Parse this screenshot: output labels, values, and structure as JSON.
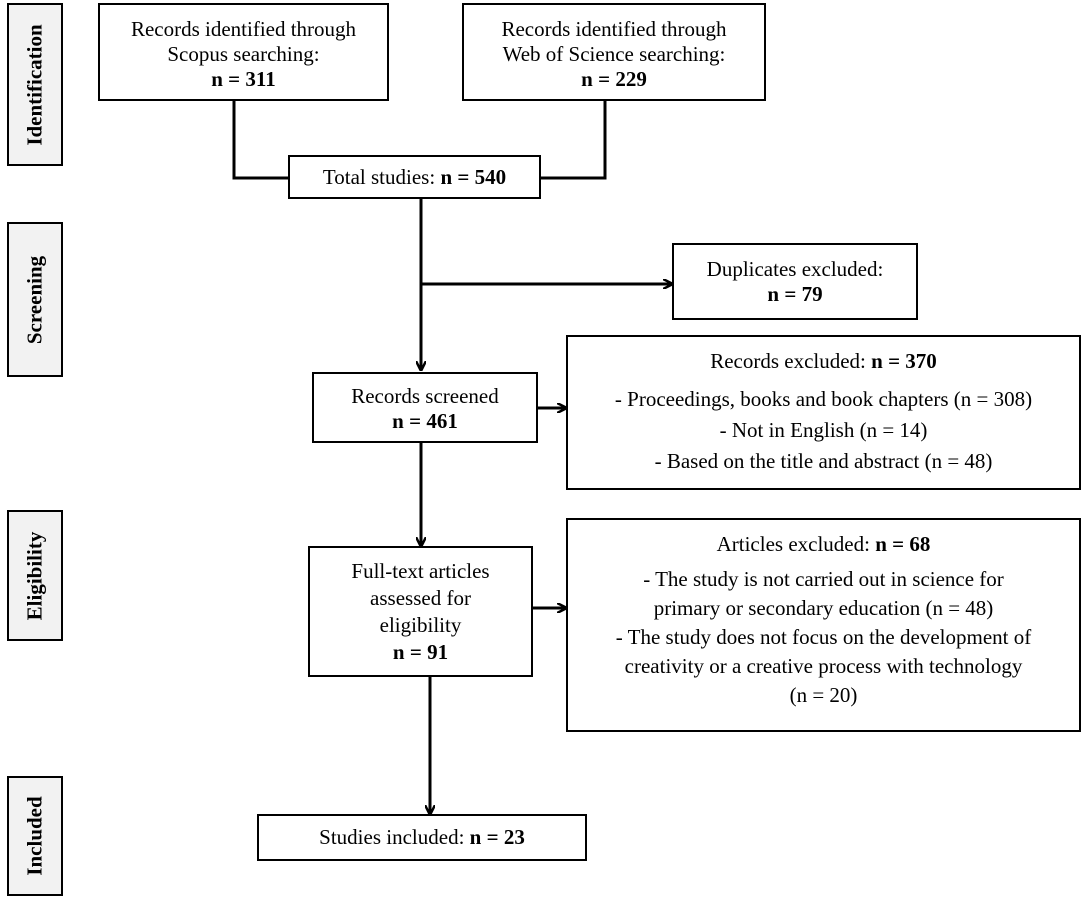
{
  "stages": {
    "identification": "Identification",
    "screening": "Screening",
    "eligibility": "Eligibility",
    "included": "Included"
  },
  "scopus": {
    "line1": "Records identified through",
    "line2": "Scopus searching:",
    "count": "n = 311"
  },
  "wos": {
    "line1": "Records identified through",
    "line2": "Web of Science searching:",
    "count": "n = 229"
  },
  "total": {
    "label": "Total studies: ",
    "count": "n = 540"
  },
  "duplicates": {
    "label": "Duplicates excluded:",
    "count": "n = 79"
  },
  "screened": {
    "label": "Records screened",
    "count": "n = 461"
  },
  "records_excluded": {
    "label": "Records excluded: ",
    "count": "n = 370",
    "items": [
      "- Proceedings, books and book chapters (n = 308)",
      "- Not in English (n = 14)",
      "- Based on the title and abstract (n = 48)"
    ]
  },
  "fulltext": {
    "line1": "Full-text articles",
    "line2": "assessed for",
    "line3": "eligibility",
    "count": "n = 91"
  },
  "articles_excluded": {
    "label": "Articles excluded: ",
    "count": "n = 68",
    "lines": [
      "- The study is not carried out in science for",
      "primary or secondary education (n = 48)",
      "- The study does not focus on the development of",
      "creativity or a creative process with technology",
      "(n = 20)"
    ]
  },
  "included": {
    "label": "Studies included: ",
    "count": "n = 23"
  }
}
